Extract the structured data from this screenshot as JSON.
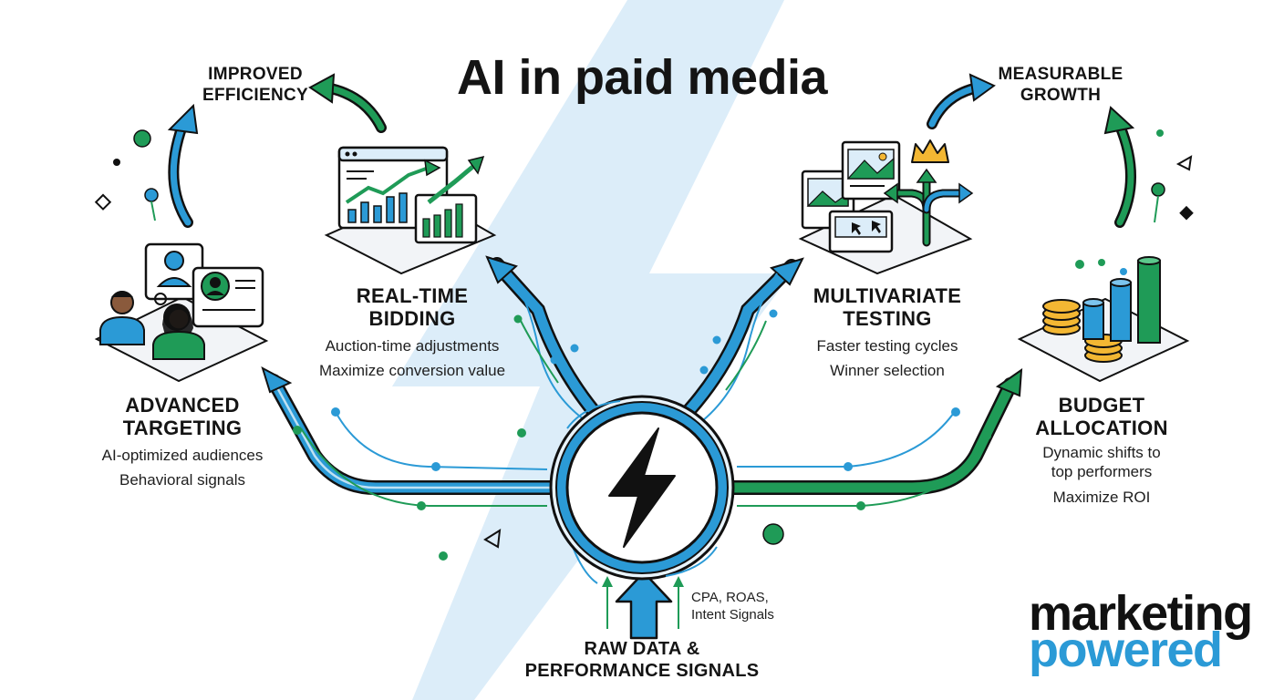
{
  "title": "AI in paid media",
  "outcomes": {
    "left": [
      "IMPROVED",
      "EFFICIENCY"
    ],
    "right": [
      "MEASURABLE",
      "GROWTH"
    ]
  },
  "blocks": {
    "real_time_bidding": {
      "heading": [
        "REAL-TIME",
        "BIDDING"
      ],
      "points": [
        "Auction-time adjustments",
        "Maximize conversion value"
      ]
    },
    "multivariate_testing": {
      "heading": [
        "MULTIVARIATE",
        "TESTING"
      ],
      "points": [
        "Faster testing cycles",
        "Winner selection"
      ]
    },
    "advanced_targeting": {
      "heading": [
        "ADVANCED",
        "TARGETING"
      ],
      "points": [
        "AI-optimized audiences",
        "Behavioral signals"
      ]
    },
    "budget_allocation": {
      "heading": [
        "BUDGET",
        "ALLOCATION"
      ],
      "points": [
        "Dynamic shifts to",
        "top performers",
        "Maximize ROI"
      ]
    }
  },
  "input": {
    "heading": [
      "RAW DATA &",
      "PERFORMANCE SIGNALS"
    ],
    "signals": [
      "CPA, ROAS,",
      "Intent Signals"
    ]
  },
  "brand": {
    "line1": "marketing",
    "line2": "powered"
  },
  "colors": {
    "blue": "#2b9ad6",
    "green": "#1f9b57",
    "light_blue": "#dcedf9",
    "ink": "#111111",
    "gold": "#f3b733"
  },
  "icons": [
    "lightning-bolt-icon",
    "bar-chart-icon",
    "crown-icon",
    "audience-profiles-icon",
    "coin-stack-icon",
    "image-variant-icon"
  ]
}
